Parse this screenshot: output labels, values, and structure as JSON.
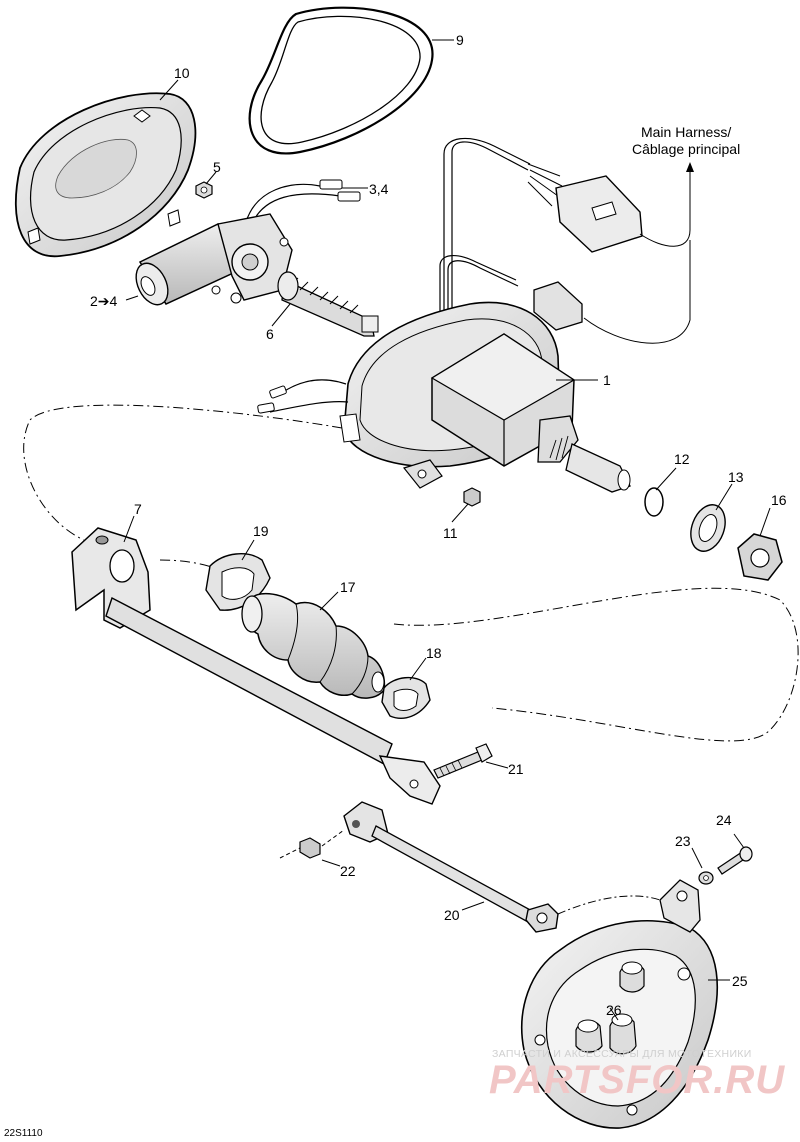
{
  "diagram_code": "22S1110",
  "harness_label": {
    "line1": "Main Harness/",
    "line2": "Câblage principal"
  },
  "callouts": {
    "c1": "1",
    "c2_4": "2➔4",
    "c3_4": "3,4",
    "c5": "5",
    "c6": "6",
    "c7": "7",
    "c9": "9",
    "c10": "10",
    "c11": "11",
    "c12": "12",
    "c13": "13",
    "c16": "16",
    "c17": "17",
    "c18": "18",
    "c19": "19",
    "c20": "20",
    "c21": "21",
    "c22": "22",
    "c23": "23",
    "c24": "24",
    "c25": "25",
    "c26": "26"
  },
  "watermark": {
    "top_text": "ЗАПЧАСТИ И АКСЕССУАРЫ ДЛЯ МОТОТЕХНИКИ",
    "brand_text": "PARTSFOR.RU"
  }
}
